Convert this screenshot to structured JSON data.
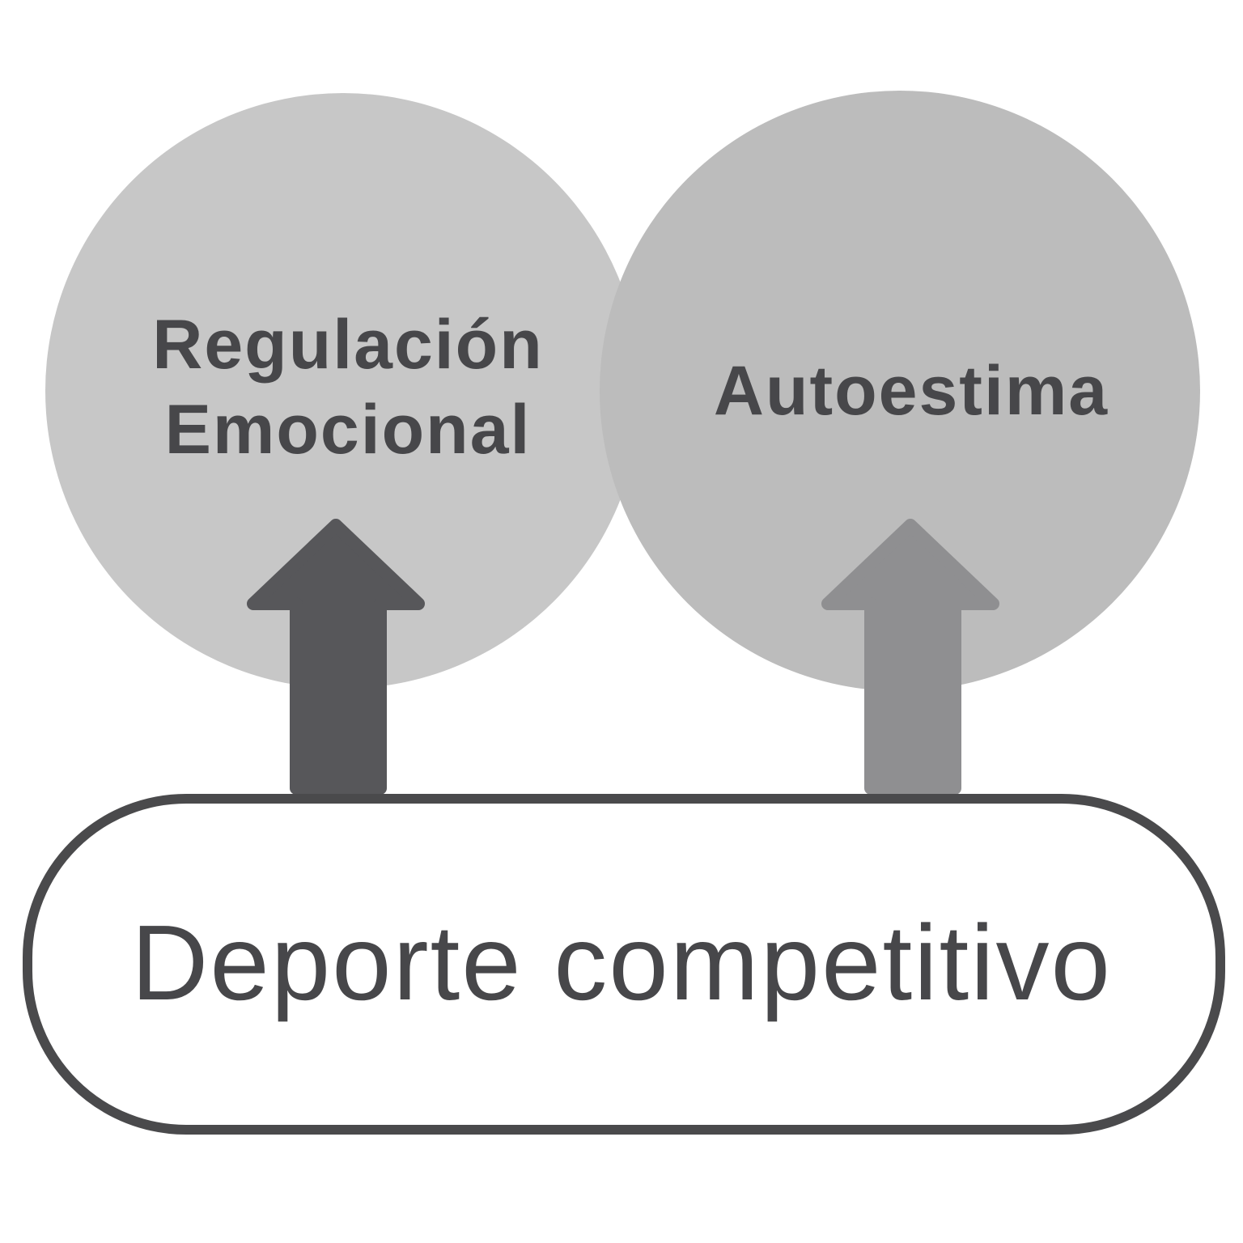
{
  "colors": {
    "background": "#ffffff",
    "circle_left_fill": "#c7c7c7",
    "circle_right_fill": "#bcbcbc",
    "arrow_left": "#57575a",
    "arrow_right": "#8f8f91",
    "container_stroke": "#4a4a4c",
    "label_dark": "#47474a"
  },
  "diagram": {
    "circle_left": {
      "line1": "Regulación",
      "line2": "Emocional"
    },
    "circle_right": {
      "label": "Autoestima"
    },
    "base": {
      "label": "Deporte competitivo"
    }
  }
}
